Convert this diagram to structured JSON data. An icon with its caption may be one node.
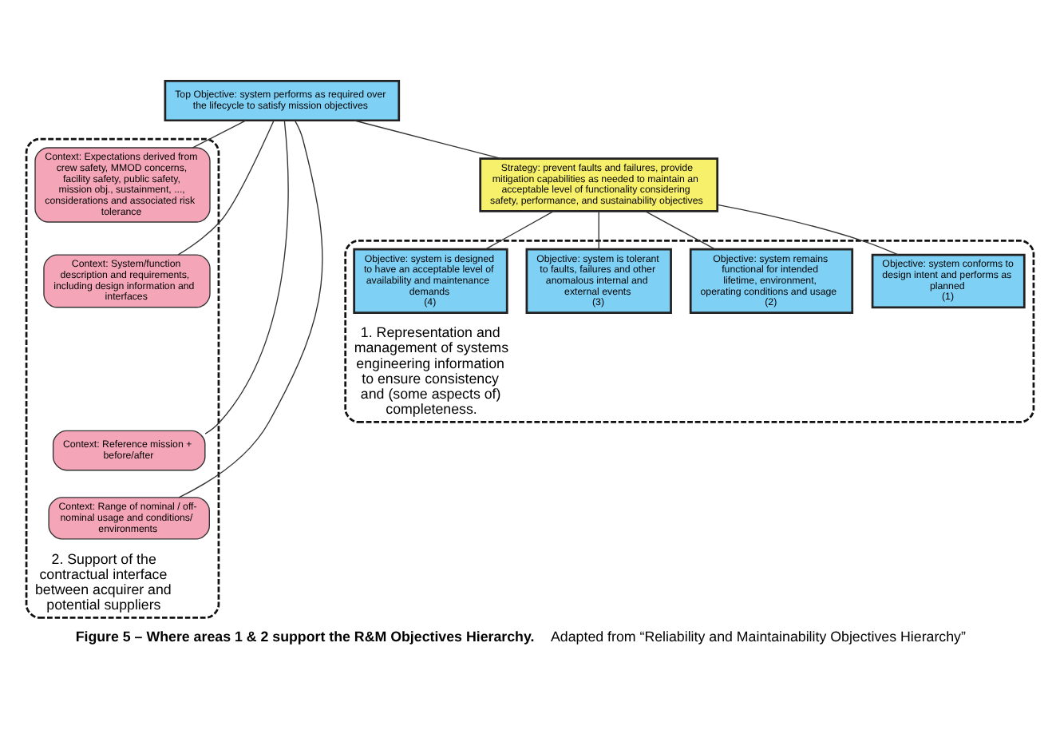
{
  "diagram": {
    "caption": "**Figure 5 – Where areas 1 & 2 support the R&M Objectives Hierarchy.** Adapted from “Reliability and Maintainability Objectives Hierarchy”",
    "nodes": [
      {
        "text": [
          "2. Support of the contractual interface between acquirer and potential suppliers"
        ]
      },
      {
        "text": [
          "Context: Expectations derived from crew safety, MMOD concerns, facility safety, public safety, mission obj., sustainment, ..., considerations and associated risk tolerance"
        ],
        "in": 0
      },
      {
        "text": [
          "Context: System/function description and requirements, including design information and interfaces"
        ],
        "in": 0
      },
      {
        "text": [
          "Context: Reference mission + before/after"
        ],
        "in": 0
      },
      {
        "text": [
          "Context: Range of nominal / off-nominal usage and conditions/ environments"
        ],
        "in": 0
      },
      {
        "text": [
          "Top Objective: system performs as required over the lifecycle to satisfy mission objectives"
        ]
      },
      {
        "text": [
          "Strategy: prevent faults and failures, provide mitigation capabilities as needed to maintain an acceptable level of functionality considering safety, performance, and sustainability objectives"
        ]
      },
      {
        "text": [
          "1. Representation and management of systems engineering information to ensure consistency and (some aspects of) completeness."
        ]
      },
      {
        "text": [
          "Objective: system conforms to design intent and performs as planned",
          "(1)"
        ],
        "in": 7
      },
      {
        "text": [
          "Objective: system remains functional for intended lifetime, environment, operating conditions and usage",
          "(2)"
        ],
        "in": 7
      },
      {
        "text": [
          "Objective: system is tolerant to faults, failures and other anomalous internal and external events",
          "(3)"
        ],
        "in": 7
      },
      {
        "text": [
          "Objective: system is designed to have an acceptable level of availability and maintenance demands",
          "(4)"
        ],
        "in": 7
      }
    ],
    "edges": [
      {
        "from": 5,
        "to": 1,
        "arrow": "none"
      },
      {
        "from": 5,
        "to": 2,
        "arrow": "none"
      },
      {
        "from": 5,
        "to": 3,
        "arrow": "none"
      },
      {
        "from": 5,
        "to": 4,
        "arrow": "none"
      },
      {
        "from": 5,
        "to": 6,
        "arrow": "none"
      },
      {
        "from": 6,
        "to": 8,
        "arrow": "none"
      },
      {
        "from": 6,
        "to": 9,
        "arrow": "none"
      },
      {
        "from": 6,
        "to": 10,
        "arrow": "none"
      },
      {
        "from": 6,
        "to": 11,
        "arrow": "none"
      }
    ]
  }
}
